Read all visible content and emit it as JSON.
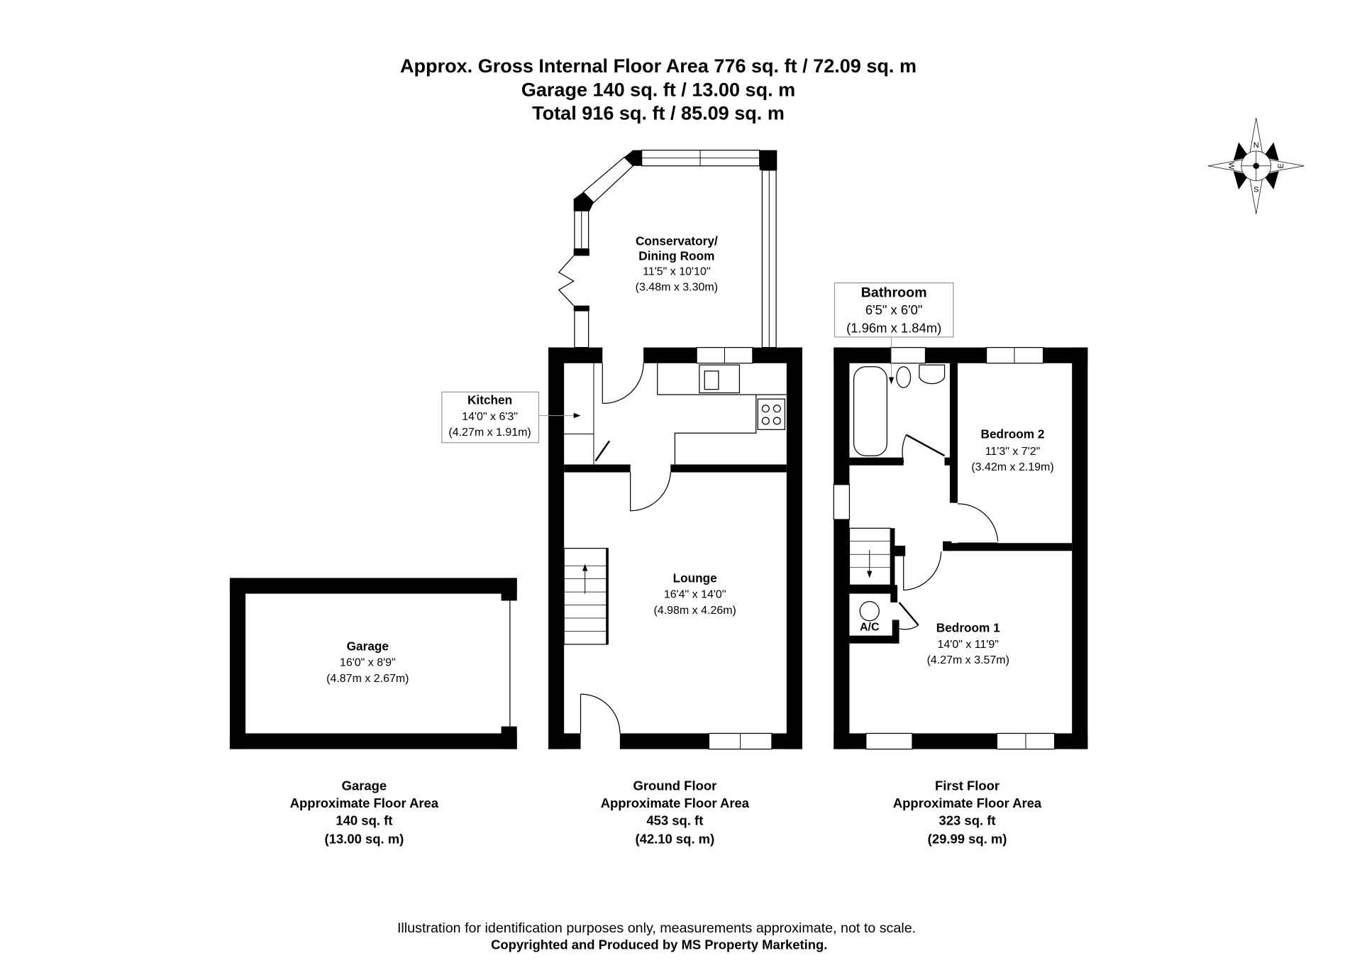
{
  "header": {
    "line1": "Approx. Gross Internal Floor Area 776 sq. ft / 72.09 sq. m",
    "line2": "Garage 140 sq. ft / 13.00 sq. m",
    "line3": "Total 916 sq. ft / 85.09 sq. m"
  },
  "compass": {
    "n": "N",
    "s": "S",
    "e": "E",
    "w": "W"
  },
  "rooms": {
    "conservatory": {
      "name1": "Conservatory/",
      "name2": "Dining Room",
      "imperial": "11'5\" x 10'10\"",
      "metric": "(3.48m x 3.30m)"
    },
    "kitchen": {
      "name": "Kitchen",
      "imperial": "14'0\" x 6'3\"",
      "metric": "(4.27m x 1.91m)"
    },
    "lounge": {
      "name": "Lounge",
      "imperial": "16'4\" x 14'0\"",
      "metric": "(4.98m x 4.26m)"
    },
    "garage": {
      "name": "Garage",
      "imperial": "16'0\" x 8'9\"",
      "metric": "(4.87m x 2.67m)"
    },
    "bathroom": {
      "name": "Bathroom",
      "imperial": "6'5\" x 6'0\"",
      "metric": "(1.96m x 1.84m)"
    },
    "bedroom2": {
      "name": "Bedroom 2",
      "imperial": "11'3\" x 7'2\"",
      "metric": "(3.42m x 2.19m)"
    },
    "bedroom1": {
      "name": "Bedroom 1",
      "imperial": "14'0\" x 11'9\"",
      "metric": "(4.27m x 3.57m)"
    },
    "ac": {
      "name": "A/C"
    }
  },
  "floors": [
    {
      "name": "Garage",
      "label": "Approximate Floor Area",
      "sqft": "140 sq. ft",
      "sqm": "(13.00 sq. m)"
    },
    {
      "name": "Ground Floor",
      "label": "Approximate Floor Area",
      "sqft": "453 sq. ft",
      "sqm": "(42.10 sq. m)"
    },
    {
      "name": "First Floor",
      "label": "Approximate Floor Area",
      "sqft": "323 sq. ft",
      "sqm": "(29.99 sq. m)"
    }
  ],
  "footer": {
    "disclaimer": "Illustration for identification purposes only, measurements approximate, not to scale.",
    "copyright": "Copyrighted  and Produced by MS Property Marketing."
  }
}
